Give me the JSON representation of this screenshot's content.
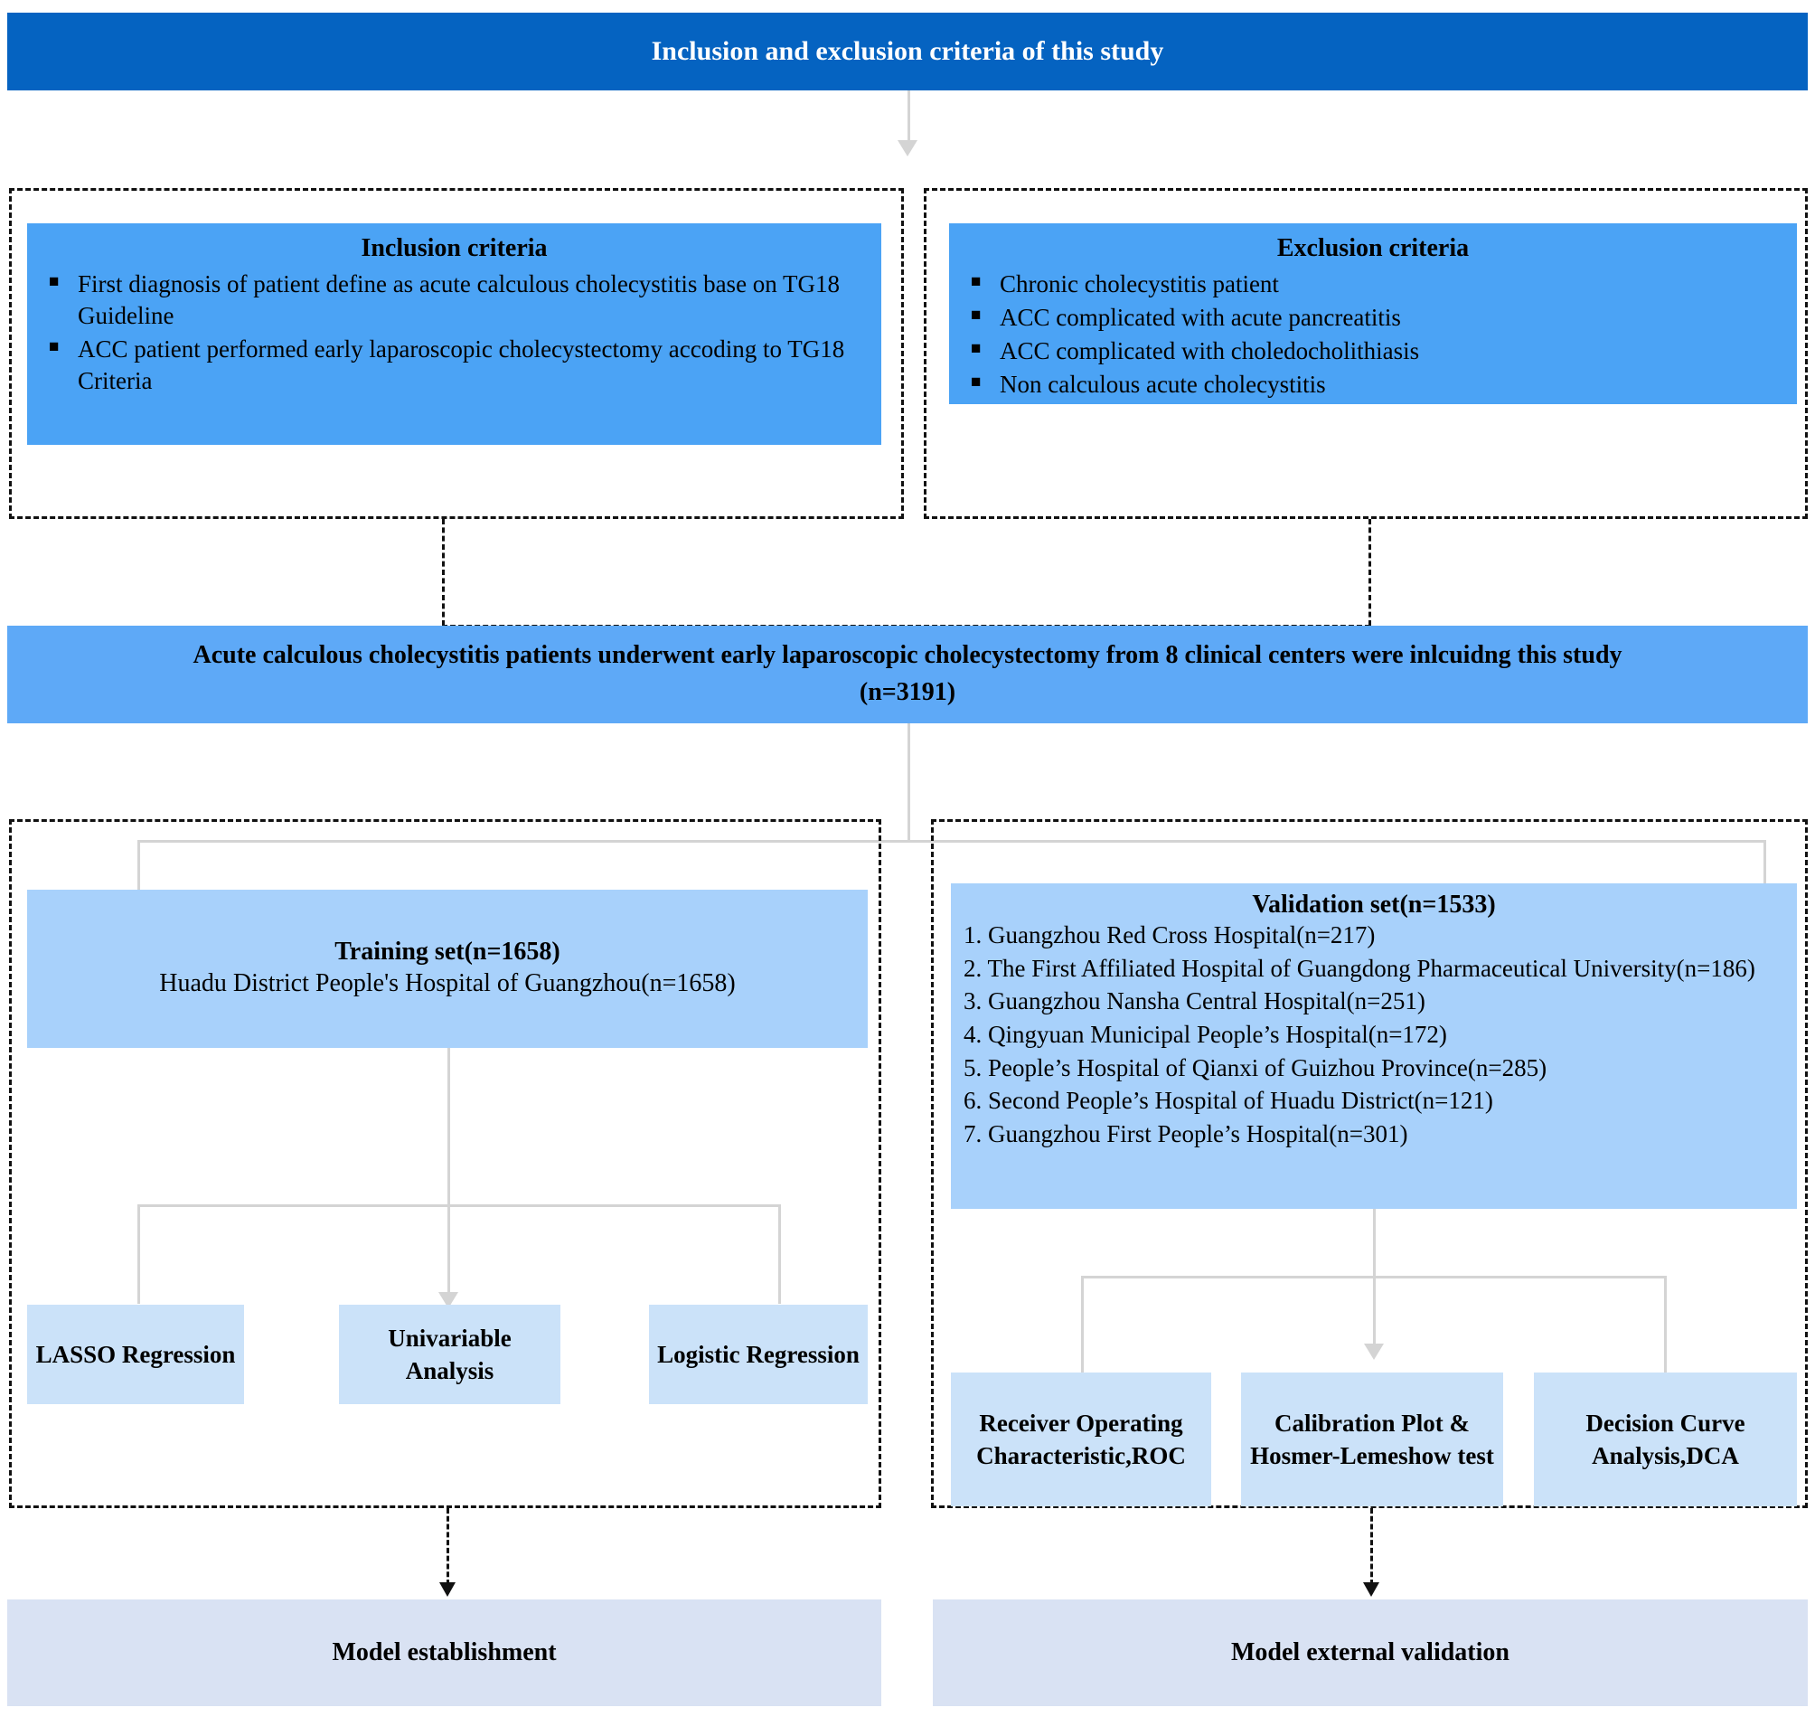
{
  "header": {
    "title": "Inclusion and exclusion criteria of this study"
  },
  "inclusion": {
    "title": "Inclusion criteria",
    "items": [
      "First diagnosis of patient define as acute calculous cholecystitis base  on TG18 Guideline",
      "ACC patient performed early laparoscopic cholecystectomy accoding to TG18 Criteria"
    ]
  },
  "exclusion": {
    "title": "Exclusion criteria",
    "items": [
      "Chronic cholecystitis patient",
      "ACC complicated with acute pancreatitis",
      "ACC complicated with choledocholithiasis",
      "Non calculous acute cholecystitis"
    ]
  },
  "cohort_banner": {
    "line1": "Acute calculous cholecystitis patients underwent early laparoscopic cholecystectomy from 8 clinical centers were inlcuidng this study",
    "line2": "(n=3191)"
  },
  "training": {
    "title": "Training set(n=1658)",
    "subtitle": "Huadu District People's Hospital of Guangzhou(n=1658)",
    "methods": [
      "LASSO Regression",
      "Univariable Analysis",
      "Logistic Regression"
    ],
    "outcome": "Model establishment"
  },
  "validation": {
    "title": "Validation set(n=1533)",
    "hospitals": [
      "1. Guangzhou Red Cross Hospital(n=217)",
      "2. The First Affiliated Hospital of Guangdong Pharmaceutical University(n=186)",
      "3. Guangzhou Nansha Central Hospital(n=251)",
      "4.  Qingyuan Municipal People’s Hospital(n=172)",
      "5.  People’s Hospital of Qianxi of Guizhou Province(n=285)",
      "6.  Second People’s Hospital of Huadu District(n=121)",
      "7.  Guangzhou First People’s Hospital(n=301)"
    ],
    "methods": [
      "Receiver Operating Characteristic,ROC",
      "Calibration Plot & Hosmer-Lemeshow test",
      "Decision Curve Analysis,DCA"
    ],
    "outcome": "Model external validation"
  },
  "colors": {
    "header_blue": "#0563C1",
    "criteria_blue": "#4BA3F5",
    "banner_blue": "#5EA9F7",
    "set_blue": "#A8D1FB",
    "method_blue": "#CBE2F9",
    "outcome_blue": "#D9E2F3",
    "connector_gray": "#D4D4D4",
    "dashed_black": "#111111"
  }
}
